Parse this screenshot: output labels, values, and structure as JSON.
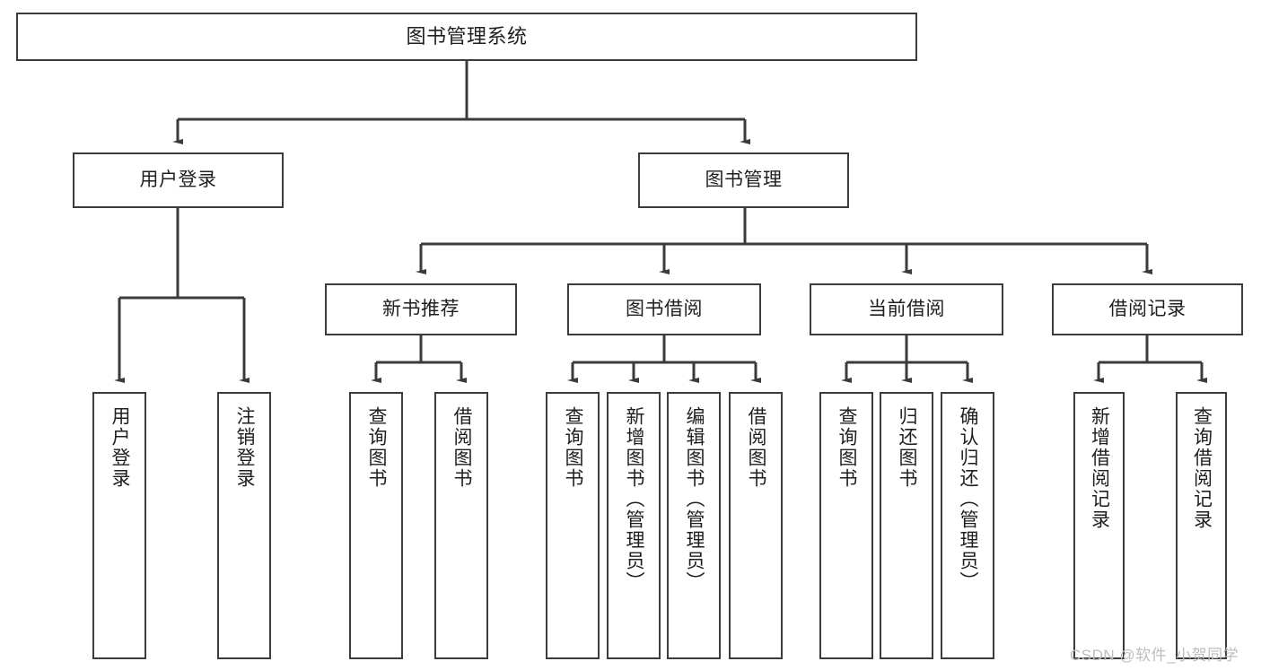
{
  "diagram": {
    "title": "图书管理系统",
    "type": "tree-hierarchy-chart",
    "colors": {
      "node_border": "#3b3b3b",
      "node_fill": "#ffffff",
      "edge": "#3b3b3b",
      "text": "#1f1f1f",
      "watermark": "#bdbdbd"
    },
    "nodes": {
      "root": {
        "label": "图书管理系统"
      },
      "level2": [
        {
          "id": "user-login",
          "label": "用户登录"
        },
        {
          "id": "book-management",
          "label": "图书管理"
        }
      ],
      "level3": [
        {
          "id": "new-book-recommend",
          "label": "新书推荐"
        },
        {
          "id": "book-borrow",
          "label": "图书借阅"
        },
        {
          "id": "current-borrow",
          "label": "当前借阅"
        },
        {
          "id": "borrow-record",
          "label": "借阅记录"
        }
      ],
      "leaves": {
        "user-login": [
          {
            "id": "leaf-user-login",
            "label": "用户登录"
          },
          {
            "id": "leaf-logout-login",
            "label": "注销登录"
          }
        ],
        "new-book-recommend": [
          {
            "id": "leaf-query-book-1",
            "label": "查询图书"
          },
          {
            "id": "leaf-borrow-book-1",
            "label": "借阅图书"
          }
        ],
        "book-borrow": [
          {
            "id": "leaf-query-book-2",
            "label": "查询图书"
          },
          {
            "id": "leaf-add-book-admin",
            "label": "新增图书（管理员）"
          },
          {
            "id": "leaf-edit-book-admin",
            "label": "编辑图书（管理员）"
          },
          {
            "id": "leaf-borrow-book-2",
            "label": "借阅图书"
          }
        ],
        "current-borrow": [
          {
            "id": "leaf-query-book-3",
            "label": "查询图书"
          },
          {
            "id": "leaf-return-book",
            "label": "归还图书"
          },
          {
            "id": "leaf-confirm-return-admin",
            "label": "确认归还（管理员）"
          }
        ],
        "borrow-record": [
          {
            "id": "leaf-add-borrow-record",
            "label": "新增借阅记录"
          },
          {
            "id": "leaf-query-borrow-record",
            "label": "查询借阅记录"
          }
        ]
      }
    },
    "watermark": "CSDN @软件_小贺同学"
  }
}
